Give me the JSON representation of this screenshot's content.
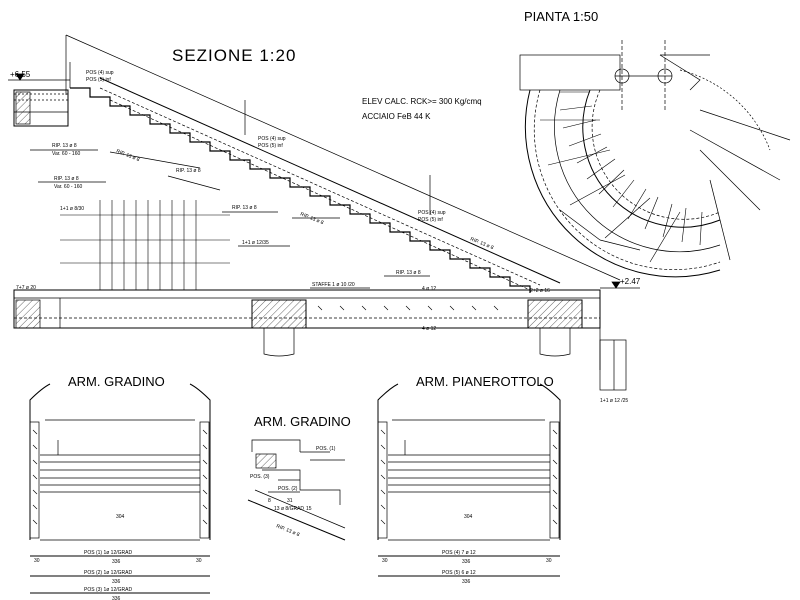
{
  "titles": {
    "pianta": "PIANTA   1:50",
    "sezione": "SEZIONE   1:20",
    "arm_gradino_left": "ARM. GRADINO",
    "arm_gradino_center": "ARM. GRADINO",
    "arm_pianerottolo": "ARM. PIANEROTTOLO"
  },
  "specs": {
    "concrete": "ELEV CALC. RCK>= 300 Kg/cmq",
    "steel": "ACCIAIO FeB 44 K"
  },
  "levels": {
    "top": "+6.55",
    "bottom": "+2.47"
  },
  "section_labels": {
    "pos4_sup_a": "POS (4) sup",
    "pos5_inf_a": "POS (5) inf",
    "pos4_sup_b": "POS (4) sup",
    "pos5_inf_b": "POS (5) inf",
    "pos4_sup_c": "POS (4) sup",
    "pos5_inf_c": "POS (5) inf",
    "rip1": "RIP. 13 ø 8",
    "rip2": "RIP. 13 ø 8",
    "rip3": "RIP. 13 ø 8",
    "rip4": "RIP. 13 ø 8",
    "rip5": "RIP. 13 ø 8",
    "rip6": "RIP. 13 ø 8",
    "rip_var_a": "RIP. 13 ø 8",
    "var_a": "Var. 60 - 160",
    "rip_var_b": "RIP. 13 ø 8",
    "var_b": "Var. 60 - 160",
    "bars_830": "1+1 ø 8/30",
    "bars_1235": "1+1 ø 12/35",
    "bars_720": "7+7 ø 20",
    "staffe": "STAFFE 1 ø 10 /20",
    "bars_4_top": "4 ø 12",
    "bars_4_bot": "4 ø 12",
    "bars_22": "2+2 ø 16",
    "bars_1225": "1+1 ø 12 /25"
  },
  "detail_labels": {
    "pos1_left": "POS (1) 1ø 12/GRAD",
    "pos2_left": "POS (2) 1ø 12/GRAD",
    "pos3_left": "POS (3) 1ø 12/GRAD",
    "dim_30": "30",
    "dim_336": "336",
    "dim_304": "304",
    "pos4_right": "POS (4) 7 ø 12",
    "pos5_right": "POS (5) 6 ø 12",
    "c_pos1": "POS. (1)",
    "c_pos2": "POS. (2)",
    "c_pos3": "POS. (3)",
    "c_rip": "RIP. 13 ø 8",
    "c_staffe": "13 ø 8/GRAD",
    "c_31": "31",
    "c_8": "8",
    "c_15": "15"
  },
  "colors": {
    "line": "#000000",
    "hatch": "#000000",
    "background": "#ffffff"
  }
}
